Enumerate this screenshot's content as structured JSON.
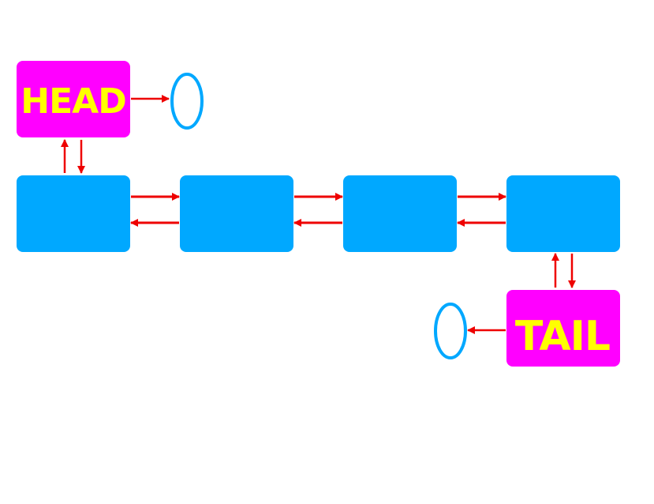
{
  "diagram": {
    "type": "doubly-linked-list",
    "head_label": "HEAD",
    "tail_label": "TAIL",
    "node_count": 4,
    "colors": {
      "node": "#00a8ff",
      "marker": "#ff00ff",
      "label": "#ffff00",
      "arrow": "#ee0000",
      "null": "#00a8ff",
      "background": "#ffffff"
    }
  }
}
